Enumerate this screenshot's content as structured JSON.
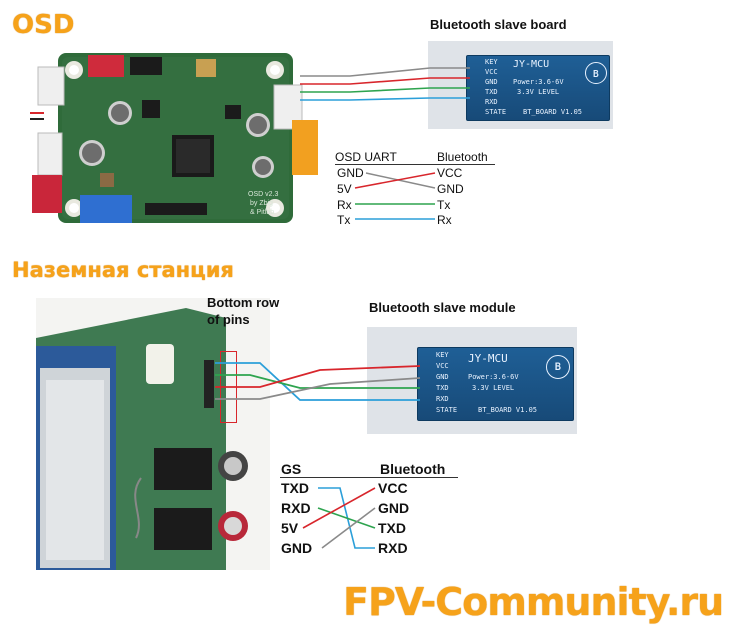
{
  "osd": {
    "title": "OSD",
    "bt_title": "Bluetooth slave board",
    "table_left_header": "OSD UART",
    "table_right_header": "Bluetooth",
    "left_pins": [
      "GND",
      "5V",
      "Rx",
      "Tx"
    ],
    "right_pins": [
      "VCC",
      "GND",
      "Tx",
      "Rx"
    ],
    "board_silk": [
      "OSD v2.3",
      "by Zbig",
      "& Pitlab"
    ]
  },
  "gs": {
    "title": "Наземная станция",
    "pins_label_1": "Bottom row",
    "pins_label_2": "of pins",
    "bt_title": "Bluetooth slave module",
    "table_left_header": "GS",
    "table_right_header": "Bluetooth",
    "left_pins": [
      "TXD",
      "RXD",
      "5V",
      "GND"
    ],
    "right_pins": [
      "VCC",
      "GND",
      "TXD",
      "RXD"
    ]
  },
  "bt_module": {
    "brand": "JY-MCU",
    "rows": [
      "KEY",
      "VCC",
      "GND",
      "TXD",
      "RXD",
      "STATE"
    ],
    "power": "Power:3.6-6V",
    "level": "3.3V LEVEL",
    "board": "BT_BOARD V1.05"
  },
  "watermark": "FPV-Community.ru",
  "colors": {
    "accent_orange": "#f6a21a",
    "wire_red": "#d8262c",
    "wire_grey": "#8a8a8a",
    "wire_green": "#2ea44f",
    "wire_blue": "#2b9fd9",
    "pcb_green": "#2f6b3a",
    "module_blue": "#1f5f96"
  }
}
